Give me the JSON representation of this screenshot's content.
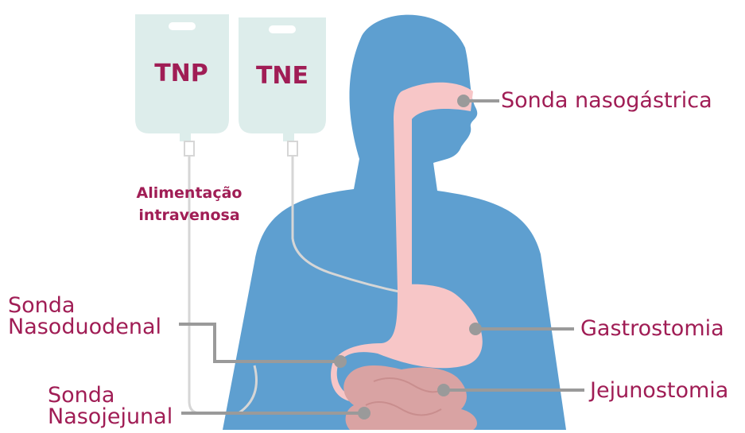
{
  "bags": [
    {
      "label": "TNP"
    },
    {
      "label": "TNE"
    }
  ],
  "iv_label": [
    "Alimentação",
    "intravenosa"
  ],
  "callouts": {
    "nasogastric": "Sonda nasogástrica",
    "nasoduodenal": [
      "Sonda",
      "Nasoduodenal"
    ],
    "gastrostomy": "Gastrostomia",
    "jejunostomy": "Jejunostomia",
    "nasojejunal": [
      "Sonda",
      "Nasojejunal"
    ]
  },
  "colors": {
    "label": "#A01D55",
    "body": "#5E9FD0",
    "digestive": "#F7C6C7",
    "intestine": "#D9A3A3",
    "bag": "#DDEDEB",
    "callout_line": "#9A9A9A",
    "tube": "#D6D6D6"
  }
}
